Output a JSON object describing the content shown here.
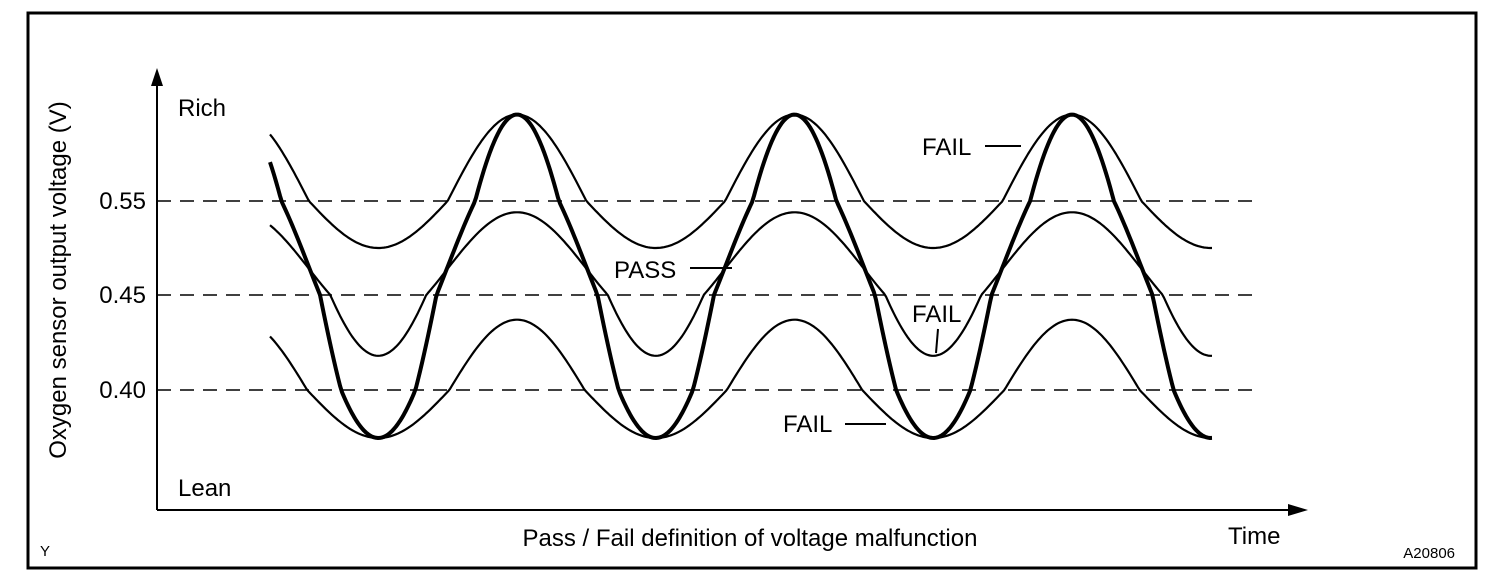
{
  "chart_data": {
    "type": "line",
    "title": "",
    "xlabel": "Time",
    "ylabel": "Oxygen sensor output voltage (V)",
    "caption": "Pass / Fail definition of voltage malfunction",
    "y_axis_top_label": "Rich",
    "y_axis_bottom_label": "Lean",
    "y_ticks": [
      {
        "value": 0.55,
        "label": "0.55"
      },
      {
        "value": 0.45,
        "label": "0.45"
      },
      {
        "value": 0.4,
        "label": "0.40"
      }
    ],
    "reference_lines": [
      0.55,
      0.45,
      0.4
    ],
    "grid": false,
    "series": [
      {
        "label": "PASS",
        "bold": true,
        "min": 0.36,
        "max": 0.6,
        "cycles": 3.4,
        "phase": 0.15
      },
      {
        "label": "FAIL",
        "bold": false,
        "min": 0.5,
        "max": 0.6,
        "cycles": 3.4,
        "phase": 0.0
      },
      {
        "label": "FAIL",
        "bold": false,
        "min": 0.418,
        "max": 0.538,
        "cycles": 3.4,
        "phase": 0.0
      },
      {
        "label": "FAIL",
        "bold": false,
        "min": 0.36,
        "max": 0.437,
        "cycles": 3.4,
        "phase": 0.0
      }
    ]
  },
  "footer": {
    "left_mark": "Y",
    "figure_code": "A20806"
  }
}
